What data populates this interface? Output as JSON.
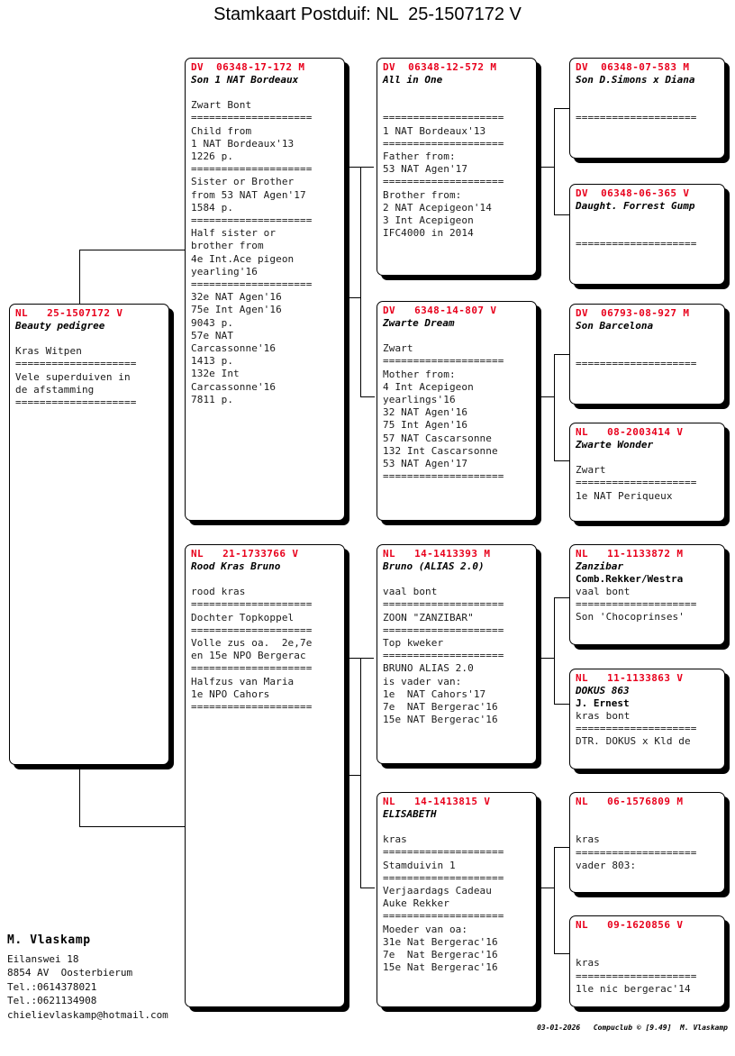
{
  "title": "Stamkaart Postduif: NL  25-1507172 V",
  "colors": {
    "ring_red": "#e8001c",
    "text": "#000000",
    "paper": "#ffffff"
  },
  "subject": {
    "ring": "NL   25-1507172 V",
    "name": "Beauty pedigree",
    "body": "\nKras Witpen\n====================\nVele superduiven in\nde afstamming\n===================="
  },
  "father": {
    "ring": "DV  06348-17-172 M",
    "name": "Son 1 NAT Bordeaux",
    "body": "\nZwart Bont\n====================\nChild from\n1 NAT Bordeaux'13\n1226 p.\n====================\nSister or Brother\nfrom 53 NAT Agen'17\n1584 p.\n====================\nHalf sister or\nbrother from\n4e Int.Ace pigeon\nyearling'16\n====================\n32e NAT Agen'16\n75e Int Agen'16\n9043 p.\n57e NAT\nCarcassonne'16\n1413 p.\n132e Int\nCarcassonne'16\n7811 p."
  },
  "mother": {
    "ring": "NL   21-1733766 V",
    "name": "Rood Kras Bruno",
    "body": "\nrood kras\n====================\nDochter Topkoppel\n====================\nVolle zus oa.  2e,7e\nen 15e NPO Bergerac\n====================\nHalfzus van Maria\n1e NPO Cahors\n===================="
  },
  "grandparents": [
    {
      "ring": "DV  06348-12-572 M",
      "name": "All in One",
      "body": "\n\n====================\n1 NAT Bordeaux'13\n====================\nFather from:\n53 NAT Agen'17\n====================\nBrother from:\n2 NAT Acepigeon'14\n3 Int Acepigeon\nIFC4000 in 2014"
    },
    {
      "ring": "DV   6348-14-807 V",
      "name": "Zwarte Dream",
      "body": "\nZwart\n====================\nMother from:\n4 Int Acepigeon\nyearlings'16\n32 NAT Agen'16\n75 Int Agen'16\n57 NAT Cascarsonne\n132 Int Cascarsonne\n53 NAT Agen'17\n===================="
    },
    {
      "ring": "NL   14-1413393 M",
      "name": "Bruno (ALIAS 2.0)",
      "body": "\nvaal bont\n====================\nZOON \"ZANZIBAR\"\n====================\nTop kweker\n====================\nBRUNO ALIAS 2.0\nis vader van:\n1e  NAT Cahors'17\n7e  NAT Bergerac'16\n15e NAT Bergerac'16"
    },
    {
      "ring": "NL   14-1413815 V",
      "name": "ELISABETH",
      "body": "\nkras\n====================\nStamduivin 1\n====================\nVerjaardags Cadeau\nAuke Rekker\n====================\nMoeder van oa:\n31e Nat Bergerac'16\n7e  Nat Bergerac'16\n15e Nat Bergerac'16"
    }
  ],
  "greatgrandparents": [
    {
      "ring": "DV  06348-07-583 M",
      "name": "Son D.Simons x Diana",
      "body": "\n\n===================="
    },
    {
      "ring": "DV  06348-06-365 V",
      "name": "Daught. Forrest Gump",
      "body": "\n\n===================="
    },
    {
      "ring": "DV  06793-08-927 M",
      "name": "Son Barcelona",
      "body": "\n\n===================="
    },
    {
      "ring": "NL   08-2003414 V",
      "name": "Zwarte Wonder",
      "body": "\nZwart\n====================\n1e NAT Periqueux"
    },
    {
      "ring": "NL   11-1133872 M",
      "name": "Zanzibar",
      "name2": "Comb.Rekker/Westra",
      "body": "vaal bont\n====================\nSon 'Chocoprinses'"
    },
    {
      "ring": "NL   11-1133863 V",
      "name": "DOKUS 863",
      "name2": "J. Ernest",
      "body": "kras bont\n====================\nDTR. DOKUS x Kld de"
    },
    {
      "ring": "NL   06-1576809 M",
      "name": "",
      "body": "\n\nkras\n====================\nvader 803:"
    },
    {
      "ring": "NL   09-1620856 V",
      "name": "",
      "body": "\n\nkras\n====================\n1le nic bergerac'14"
    }
  ],
  "owner": {
    "name": "M. Vlaskamp",
    "address": "Eilanswei 18\n8854 AV  Oosterbierum\nTel.:0614378021\nTel.:0621134908\nchielievlaskamp@hotmail.com"
  },
  "footer": "03-01-2026   Compuclub © [9.49]  M. Vlaskamp"
}
